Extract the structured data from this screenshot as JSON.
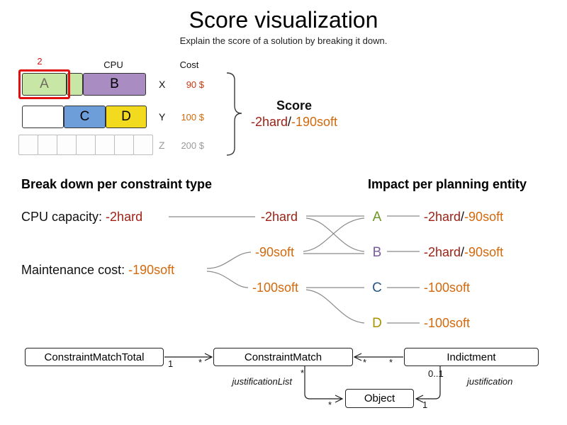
{
  "title": "Score visualization",
  "subtitle": "Explain the score of a solution by breaking it down.",
  "colors": {
    "hard": "#a02115",
    "soft": "#d2690c",
    "muted": "#9a9a9a",
    "highlight": "#e01010",
    "cost_x": "#c43a10",
    "entity_a": "#6e9524",
    "entity_b": "#7a5c9e",
    "entity_c": "#2b5580",
    "entity_d": "#a89200",
    "box_a_fill": "#c8e6a5",
    "box_b_fill": "#a88cc2",
    "box_c_fill": "#6d9eda",
    "box_d_fill": "#f2da1f"
  },
  "machine": {
    "badge": "2",
    "cpu_header": "CPU",
    "cost_header": "Cost",
    "process_a": "A",
    "process_b": "B",
    "process_c": "C",
    "process_d": "D",
    "rows": [
      {
        "name": "X",
        "cost": "90 $"
      },
      {
        "name": "Y",
        "cost": "100 $"
      },
      {
        "name": "Z",
        "cost": "200 $"
      }
    ]
  },
  "score": {
    "label": "Score",
    "hard": "-2hard",
    "separator": "/",
    "soft": "-190soft"
  },
  "breakdown": {
    "heading": "Break down per constraint type",
    "items": [
      {
        "label": "CPU capacity: ",
        "value": "-2hard"
      },
      {
        "label": "Maintenance cost: ",
        "value": "-190soft"
      }
    ],
    "nodes": [
      {
        "value": "-2hard"
      },
      {
        "value": "-90soft"
      },
      {
        "value": "-100soft"
      }
    ]
  },
  "impact": {
    "heading": "Impact per planning entity",
    "entities": [
      {
        "name": "A",
        "hard": "-2hard",
        "separator": "/",
        "soft": "-90soft"
      },
      {
        "name": "B",
        "hard": "-2hard",
        "separator": "/",
        "soft": "-90soft"
      },
      {
        "name": "C",
        "soft": "-100soft"
      },
      {
        "name": "D",
        "soft": "-100soft"
      }
    ]
  },
  "uml": {
    "constraint_match_total": "ConstraintMatchTotal",
    "constraint_match": "ConstraintMatch",
    "indictment": "Indictment",
    "object": "Object",
    "mult_cmt": "1",
    "mult_cm_left": "*",
    "mult_cm_right": "*",
    "mult_ind": "*",
    "mult_cm_bottom": "*",
    "mult_ind_bottom": "0..1",
    "mult_obj_left": "*",
    "mult_obj_right": "1",
    "justification_list": "justificationList",
    "justification": "justification"
  }
}
